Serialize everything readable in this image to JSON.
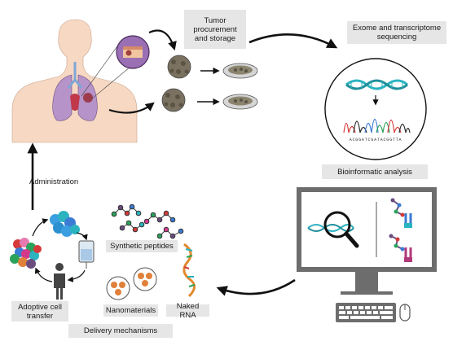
{
  "steps": {
    "tumor": "Tumor procurement and storage",
    "sequencing": "Exome and transcriptome sequencing",
    "bioinformatic": "Bioinformatic analysis",
    "administration": "Administration"
  },
  "delivery": {
    "title": "Delivery mechanisms",
    "synthetic_peptides": "Synthetic peptides",
    "nanomaterials": "Nanomaterials",
    "naked_rna": "Naked RNA",
    "adoptive": "Adoptive cell transfer"
  },
  "sequence_text": "ACGGATCGATACGGTTA",
  "colors": {
    "dna_teal": "#2bb3c0",
    "lung": "#b693c9",
    "tumor": "#7a7160",
    "label_bg": "#e6e6e6",
    "skin": "#f6d8c3",
    "shirt": "#7fc3e6",
    "nano_orange": "#e0803a",
    "rna_orange": "#e2892e",
    "monitor_gray": "#6d6d6d"
  }
}
